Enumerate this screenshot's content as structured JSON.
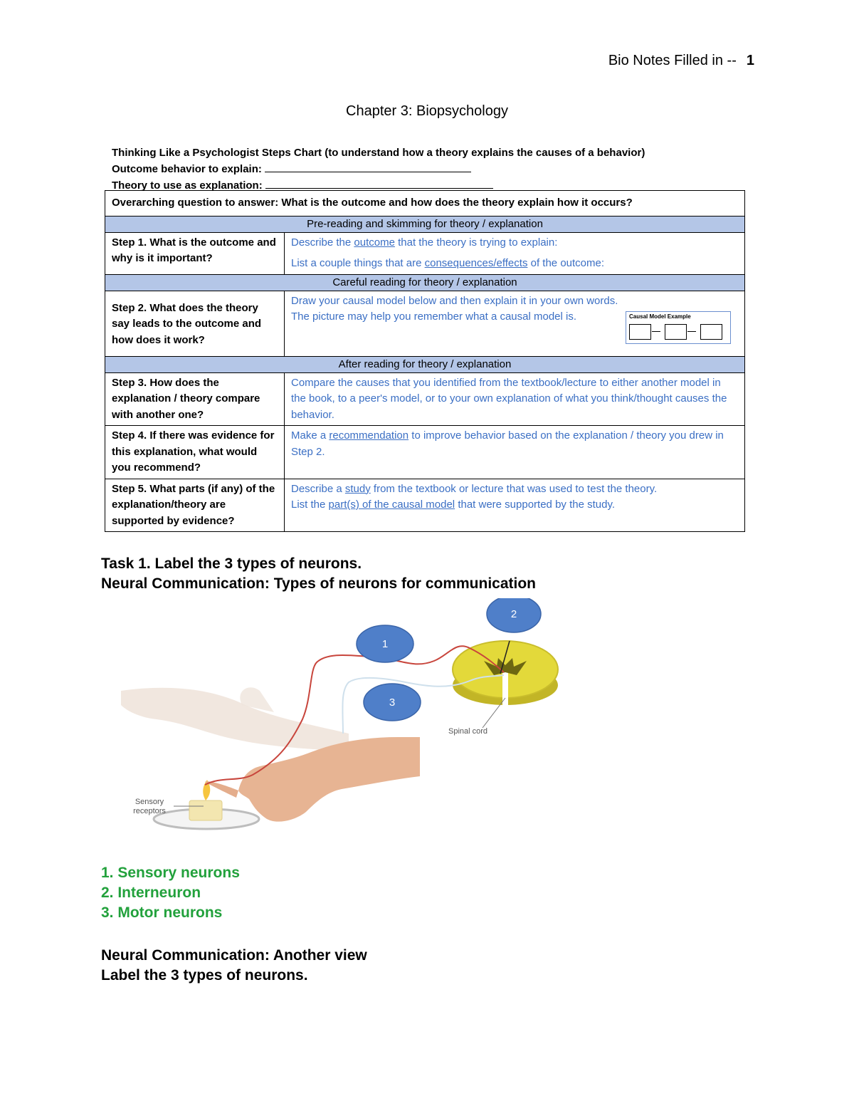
{
  "header": {
    "title": "Bio Notes Filled in --",
    "page": "1"
  },
  "chapter_title": "Chapter 3: Biopsychology",
  "intro": {
    "chart_title": "Thinking Like a Psychologist Steps Chart (to understand how a theory explains the causes of a behavior)",
    "outcome_label": "Outcome behavior to explain:",
    "theory_label": "Theory to use as explanation:"
  },
  "table": {
    "overarching_label": "Overarching question to answer:",
    "overarching_text": "What is the outcome and how does the theory explain how it occurs?",
    "band1": "Pre-reading and skimming for theory / explanation",
    "band2": "Careful reading for theory / explanation",
    "band3": "After reading for theory / explanation",
    "step1": {
      "q": "Step 1. What is the outcome and why is it important?",
      "a1_pre": "Describe the",
      "a1_u": "outcome",
      "a1_post": "that the theory is trying to explain:",
      "a2_pre": "List a couple things that are",
      "a2_u": "consequences/effects",
      "a2_post": "of the outcome:"
    },
    "step2": {
      "q": "Step 2. What does the theory say leads to the outcome and how does it work?",
      "a": "Draw your causal model below and then explain it in your own words. The picture may help you remember what a causal model is.",
      "example_label": "Causal Model Example"
    },
    "step3": {
      "q": "Step 3. How does the explanation / theory compare with another one?",
      "a": "Compare the causes that you identified from the textbook/lecture to either another model in the book, to a peer's model, or to your own explanation of what you think/thought causes the behavior."
    },
    "step4": {
      "q": "Step 4. If there was evidence for this explanation, what would you recommend?",
      "a_pre": "Make a",
      "a_u": "recommendation",
      "a_post": "to improve behavior based on the explanation / theory you drew in Step 2."
    },
    "step5": {
      "q": "Step 5. What parts (if any) of the explanation/theory are supported by evidence?",
      "a1_pre": "Describe a",
      "a1_u": "study",
      "a1_post": "from the textbook or lecture that was used to test the theory.",
      "a2_pre": "List the",
      "a2_u": "part(s) of the causal model",
      "a2_post": "that were supported by the study."
    }
  },
  "task1": {
    "line1": "Task 1. Label the 3 types of neurons.",
    "line2": "Neural Communication: Types of neurons for communication"
  },
  "figure": {
    "circle1": "1",
    "circle2": "2",
    "circle3": "3",
    "spinal_cord": "Spinal cord",
    "sensory_1": "Sensory",
    "sensory_2": "receptors"
  },
  "answers": [
    "1. Sensory neurons",
    "2. Interneuron",
    "3. Motor neurons"
  ],
  "colors": {
    "answer_green": "#22a13c",
    "table_blue_text": "#3b6fc4",
    "band_fill": "#b4c6e7",
    "circle_blue": "#4f7fc9",
    "spinal_yellow": "#e3d93a"
  },
  "section2": {
    "line1": "Neural Communication: Another view",
    "line2": "Label the 3 types of neurons."
  }
}
